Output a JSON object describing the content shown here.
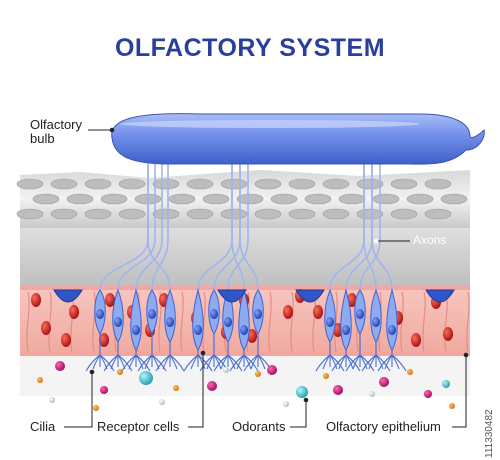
{
  "title": "OLFACTORY SYSTEM",
  "labels": {
    "olfactory_bulb_line1": "Olfactory",
    "olfactory_bulb_line2": "bulb",
    "axons": "Axons",
    "cilia": "Cilia",
    "receptor_cells": "Receptor cells",
    "odorants": "Odorants",
    "olfactory_epithelium": "Olfactory epithelium"
  },
  "stock_id": "111330482",
  "colors": {
    "title": "#2a3f9d",
    "bulb": "#6f8de8",
    "bone": "#dcdcdc",
    "epithelium": "#f4b8b0",
    "receptor": "#5b86e0",
    "nucleus_red": "#c62222",
    "nucleus_blue": "#2b4fc2",
    "odorant_magenta": "#d0107a",
    "odorant_orange": "#f08a1c",
    "odorant_cyan": "#3cc6cf",
    "odorant_grey": "#cfcfcf"
  }
}
